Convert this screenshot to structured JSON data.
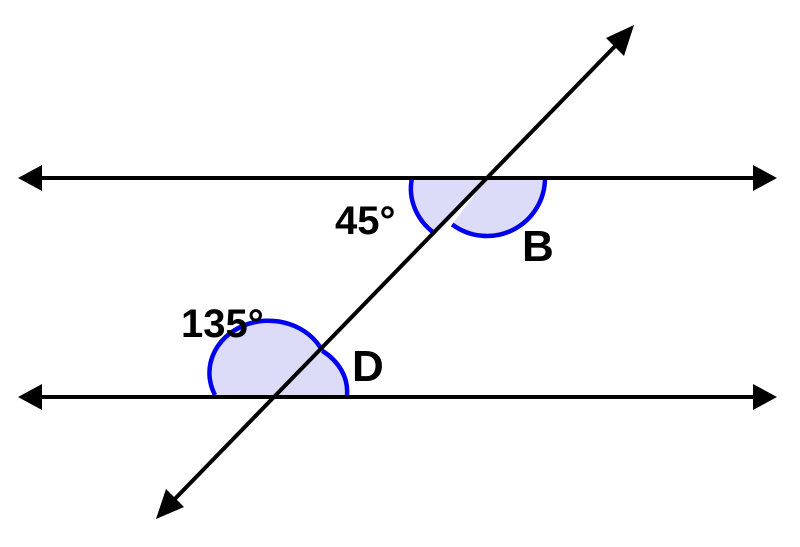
{
  "diagram": {
    "angle_top_left": "45°",
    "angle_bottom_left": "135°",
    "label_b": "B",
    "label_d": "D"
  },
  "colors": {
    "line": "#000000",
    "arc_stroke": "#0000ee",
    "arc_fill": "#dcdcf8",
    "background": "#ffffff"
  }
}
